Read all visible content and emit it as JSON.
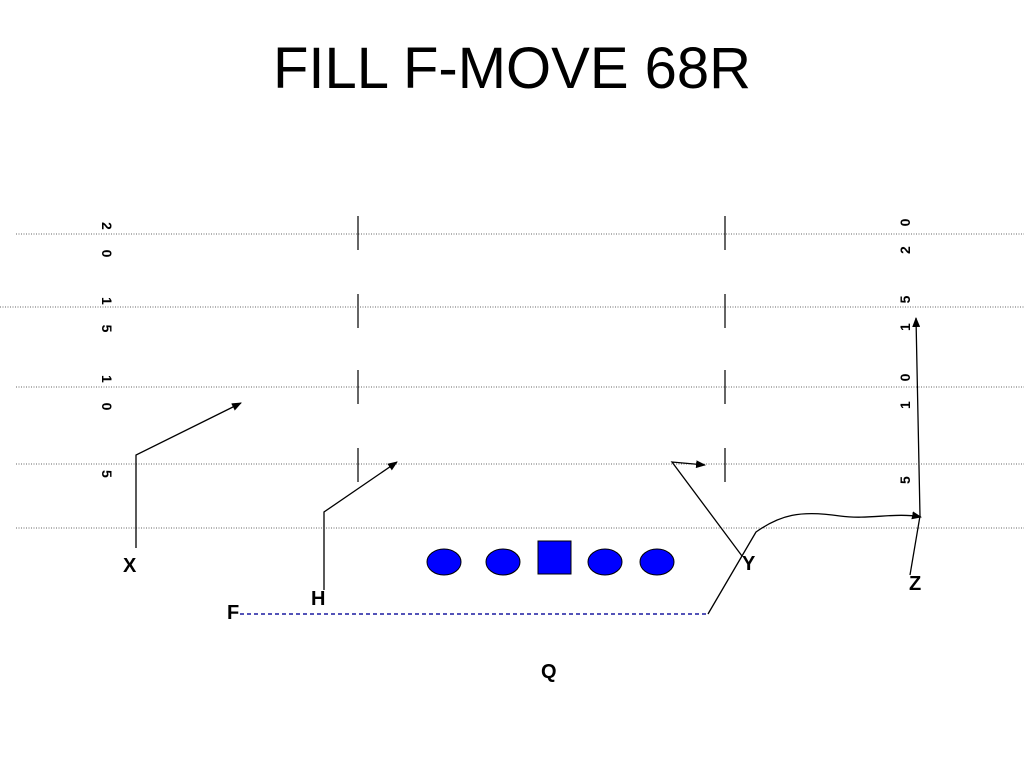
{
  "title": "FILL F-MOVE 68R",
  "colors": {
    "lineman_fill": "#0000ff",
    "lineman_stroke": "#000000",
    "motion_line": "#1a1aa0",
    "route_line": "#000000",
    "yard_line": "#666666"
  },
  "yard_numbers": {
    "left": [
      "2 0",
      "1 5",
      "1 0",
      "5"
    ],
    "right": [
      "2 0",
      "1 5",
      "1 0",
      "5"
    ]
  },
  "players": {
    "x": "X",
    "h": "H",
    "f": "F",
    "y": "Y",
    "z": "Z",
    "q": "Q"
  }
}
